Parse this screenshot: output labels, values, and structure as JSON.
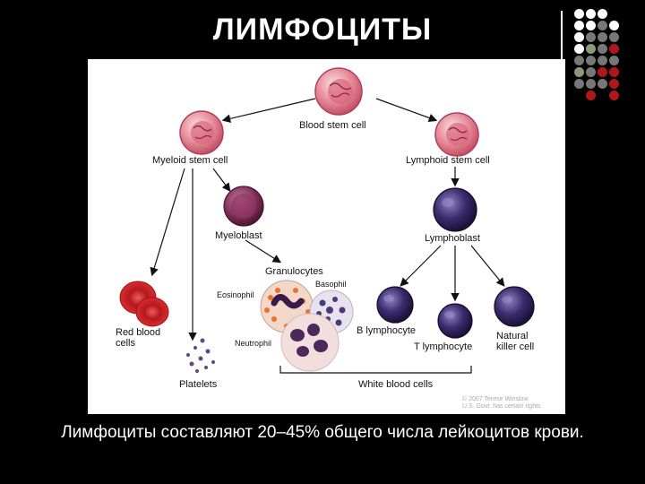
{
  "slide": {
    "title": "ЛИМФОЦИТЫ",
    "caption": "Лимфоциты составляют 20–45% общего числа лейкоцитов крови."
  },
  "diagram": {
    "blood_stem_cell": "Blood stem cell",
    "myeloid_stem_cell": "Myeloid stem cell",
    "lymphoid_stem_cell": "Lymphoid stem cell",
    "myeloblast": "Myeloblast",
    "lymphoblast": "Lymphoblast",
    "granulocytes": "Granulocytes",
    "basophil": "Basophil",
    "eosinophil": "Eosinophil",
    "neutrophil": "Neutrophil",
    "red_blood_cells_1": "Red blood",
    "red_blood_cells_2": "cells",
    "b_lymphocyte": "B lymphocyte",
    "t_lymphocyte": "T lymphocyte",
    "natural_killer_1": "Natural",
    "natural_killer_2": "killer cell",
    "platelets": "Platelets",
    "white_blood_cells": "White blood cells",
    "copyright_1": "© 2007 Terese Winslow",
    "copyright_2": "U.S. Govt. has certain rights"
  },
  "colors": {
    "stem_cell": "#e07a86",
    "blast": "#7a2a52",
    "lymphocyte": "#2a1e55",
    "red_cell": "#d9222a",
    "accent_red": "#b01818",
    "accent_gray": "#777777",
    "accent_green": "#8a9a78"
  }
}
